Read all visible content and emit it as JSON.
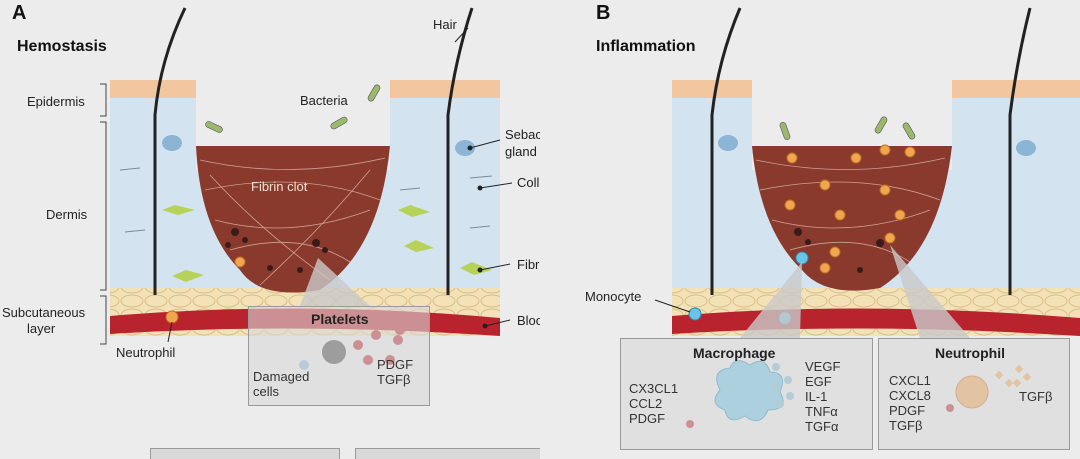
{
  "panel_a": {
    "letter": "A",
    "title": "Hemostasis",
    "labels": {
      "hair": "Hair",
      "bacteria": "Bacteria",
      "sebaceous_gland": [
        "Sebaceous",
        "gland"
      ],
      "collagen": "Collagen",
      "fibroblast": "Fibroblast",
      "blood_vessel": "Blood vessel",
      "fibrin_clot": "Fibrin clot",
      "neutrophil": "Neutrophil",
      "epidermis": "Epidermis",
      "dermis": "Dermis",
      "subcutaneous": [
        "Subcutaneous",
        "layer"
      ]
    },
    "platelets_box": {
      "title": "Platelets",
      "damaged_cells": [
        "Damaged",
        "cells"
      ],
      "factors": [
        "PDGF",
        "TGFβ"
      ]
    }
  },
  "panel_b": {
    "letter": "B",
    "title": "Inflammation",
    "labels": {
      "monocyte": "Monocyte"
    },
    "macrophage_box": {
      "title": "Macrophage",
      "left_factors": [
        "CX3CL1",
        "CCL2",
        "PDGF"
      ],
      "right_factors": [
        "VEGF",
        "EGF",
        "IL-1",
        "TNFα",
        "TGFα"
      ]
    },
    "neutrophil_box": {
      "title": "Neutrophil",
      "left_factors": [
        "CXCL1",
        "CXCL8",
        "PDGF",
        "TGFβ"
      ],
      "right_factor": "TGFβ"
    }
  },
  "colors": {
    "epidermis": "#f2c7a0",
    "dermis": "#cfdfee",
    "clot": "#8a3a2c",
    "vessel": "#b8232d",
    "fat": "#f0dcae",
    "fibroblast": "#b6d25a",
    "platelet_red": "#b8232d",
    "neutrophil_orange": "#f0a650"
  }
}
